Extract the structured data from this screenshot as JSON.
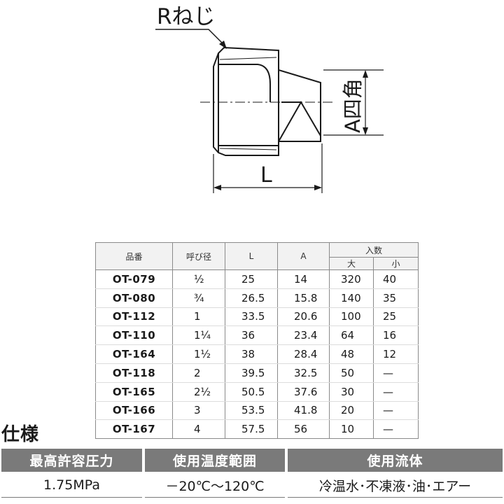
{
  "drawing": {
    "thread_label": "Rねじ",
    "length_label": "L",
    "width_label": "A四角"
  },
  "table": {
    "headers": {
      "code": "品番",
      "size": "呼び径",
      "length": "L",
      "across": "A",
      "quantity": "入数",
      "qty_large": "大",
      "qty_small": "小"
    },
    "rows": [
      {
        "code": "OT-079",
        "size": "½",
        "L": "25",
        "A": "14",
        "large": "320",
        "small": "40"
      },
      {
        "code": "OT-080",
        "size": "¾",
        "L": "26.5",
        "A": "15.8",
        "large": "140",
        "small": "35"
      },
      {
        "code": "OT-112",
        "size": "1",
        "L": "33.5",
        "A": "20.6",
        "large": "100",
        "small": "25"
      },
      {
        "code": "OT-110",
        "size": "1¼",
        "L": "36",
        "A": "23.4",
        "large": "64",
        "small": "16"
      },
      {
        "code": "OT-164",
        "size": "1½",
        "L": "38",
        "A": "28.4",
        "large": "48",
        "small": "12"
      },
      {
        "code": "OT-118",
        "size": "2",
        "L": "39.5",
        "A": "32.5",
        "large": "50",
        "small": "—"
      },
      {
        "code": "OT-165",
        "size": "2½",
        "L": "50.5",
        "A": "37.6",
        "large": "30",
        "small": "—"
      },
      {
        "code": "OT-166",
        "size": "3",
        "L": "53.5",
        "A": "41.8",
        "large": "20",
        "small": "—"
      },
      {
        "code": "OT-167",
        "size": "4",
        "L": "57.5",
        "A": "56",
        "large": "10",
        "small": "—"
      }
    ]
  },
  "spec": {
    "heading": "仕様",
    "columns": [
      {
        "header": "最高許容圧力",
        "value": "1.75MPa"
      },
      {
        "header": "使用温度範囲",
        "value": "－20℃～120℃"
      },
      {
        "header": "使用流体",
        "value": "冷温水･不凍液･油･エアー"
      }
    ]
  }
}
